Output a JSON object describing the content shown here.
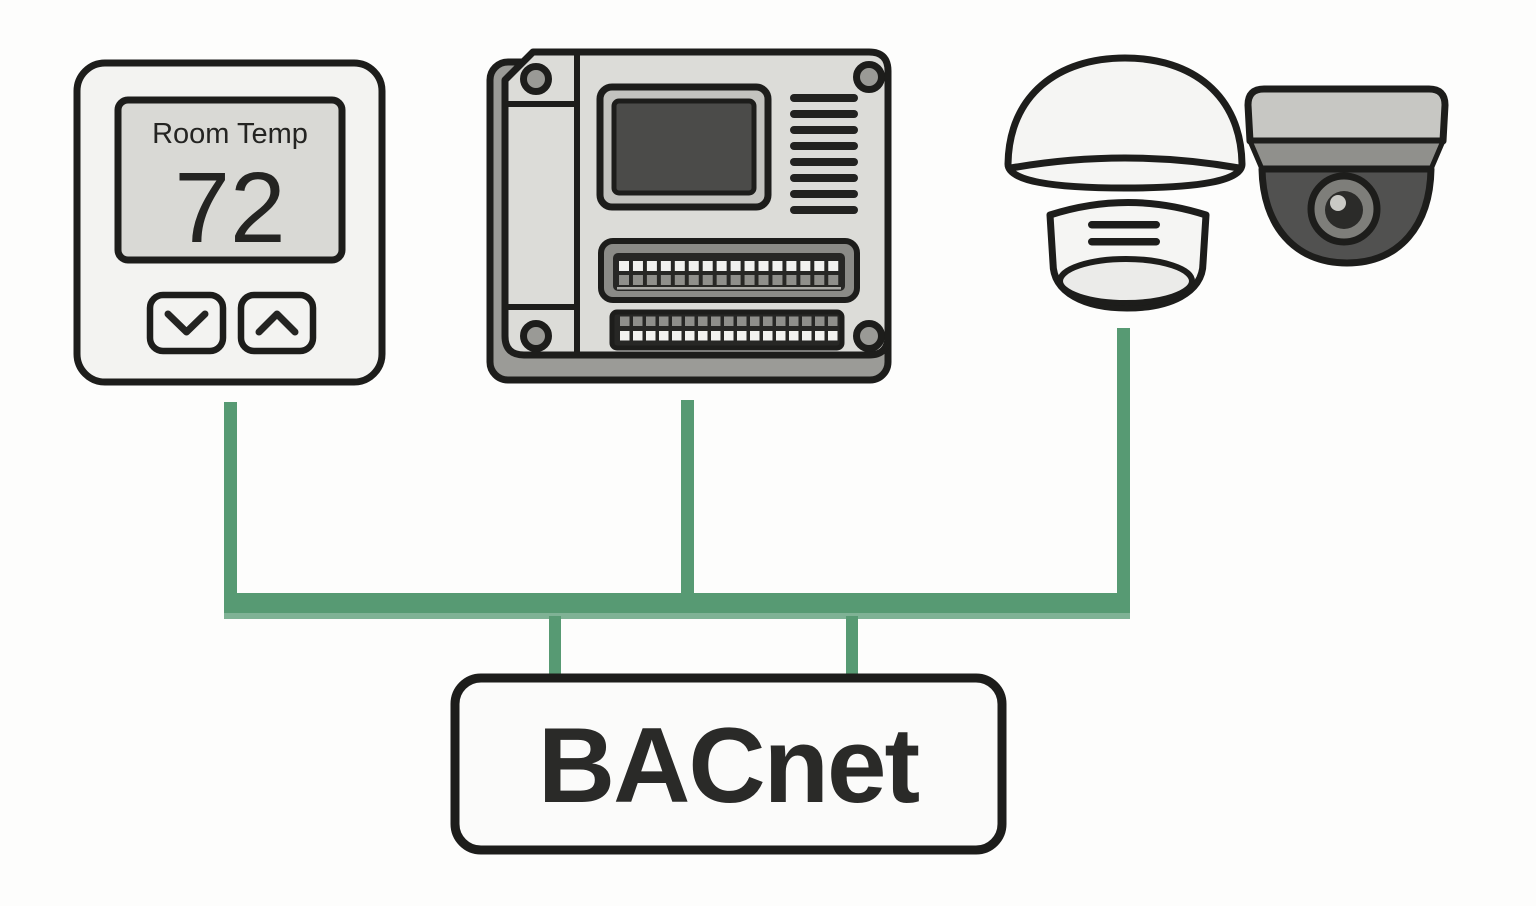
{
  "diagram_title": "BACnet building automation network diagram",
  "network": {
    "label": "BACnet"
  },
  "thermostat": {
    "screen_title": "Room Temp",
    "temperature": "72",
    "buttons": [
      "chevron-down-icon",
      "chevron-up-icon"
    ]
  },
  "controller": {
    "vent_count": 8,
    "terminal1_cols": 16,
    "terminal2_cols": 17
  },
  "sensors": {
    "left": "ceiling-smoke-detector",
    "right": "dome-camera"
  },
  "colors": {
    "connector_green": "#579a73",
    "connector_green_light": "#7fb295",
    "outline": "#1d1d1b",
    "device_light": "#f3f3f1",
    "lcd_gray": "#d9d9d5",
    "panel_gray": "#dcdcd8",
    "panel_shadow": "#9b9b97",
    "screen_dark": "#4b4b49",
    "screen_frame": "#c3c3bf",
    "terminal_dark": "#272725",
    "terminal_frame": "#8b8b87",
    "pin_white": "#f1f1ef",
    "pin_gray": "#8f8f8b",
    "vent_dark": "#222220",
    "camera_top": "#c7c7c3",
    "camera_band": "#90908c",
    "camera_dome": "#515150",
    "lens_ring": "#7e7e7a",
    "lens_dark": "#2b2b29",
    "lens_highlight": "#c9c9c5",
    "text_dark": "#242422"
  }
}
